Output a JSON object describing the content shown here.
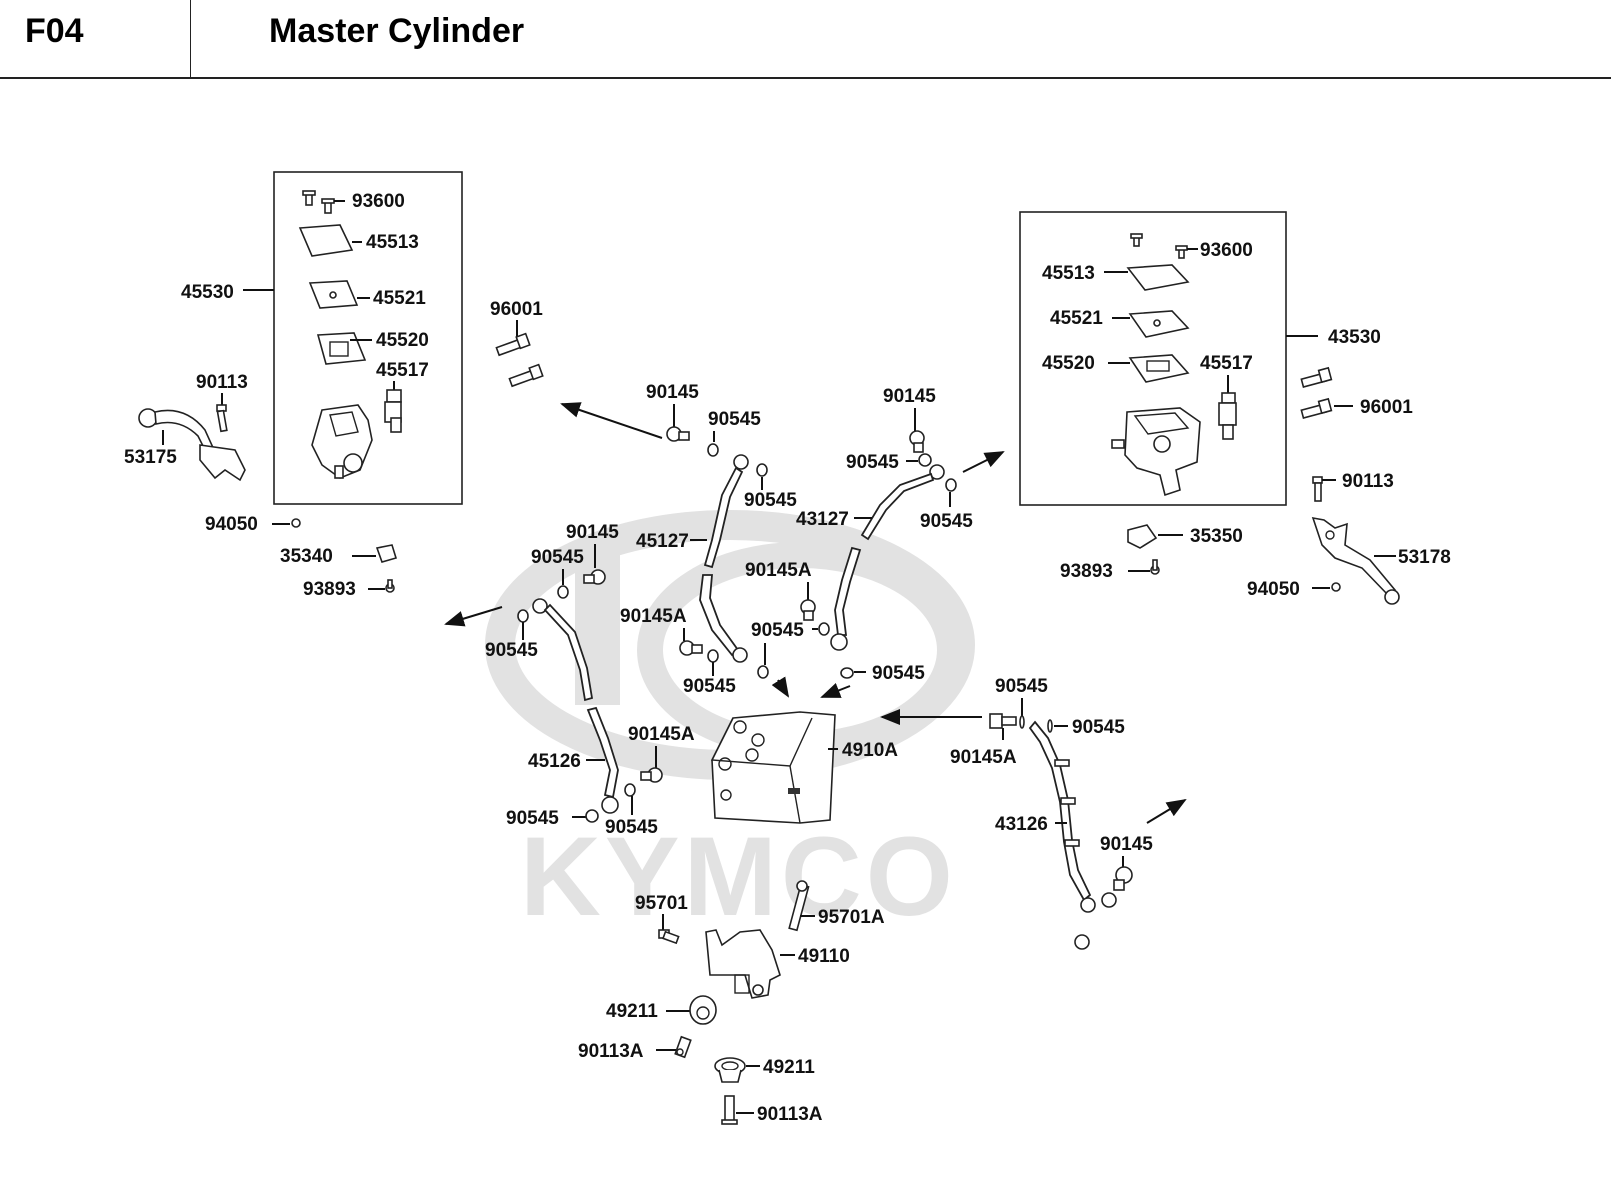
{
  "header": {
    "section_code": "F04",
    "title": "Master Cylinder"
  },
  "watermark": {
    "brand": "KYMCO"
  },
  "parts": {
    "left_group": {
      "assembly": "45530",
      "screw": "93600",
      "cap": "45513",
      "plate": "45521",
      "diaphragm": "45520",
      "fitting": "45517",
      "pivot_bolt": "90113",
      "lever": "53175",
      "nut": "94050",
      "switch": "35340",
      "switch_screw": "93893"
    },
    "right_group": {
      "assembly": "43530",
      "screw": "93600",
      "cap": "45513",
      "plate": "45521",
      "diaphragm": "45520",
      "fitting": "45517",
      "bolt": "96001",
      "pivot_bolt": "90113",
      "lever": "53178",
      "nut": "94050",
      "switch": "35350",
      "switch_screw": "93893"
    },
    "center": {
      "bolt_left": "96001",
      "banjo_top": "90145",
      "washer_top": "90545",
      "washer_top2": "90545",
      "hose_upper": "45127",
      "banjo_mid": "90145",
      "washer_mid": "90545",
      "washer_left": "90545",
      "banjo_a1": "90145A",
      "washer_a1": "90545",
      "banjo_a2": "90145A",
      "washer_a2": "90545",
      "washer_a2b": "90545",
      "hose_right": "43127",
      "banjo_right": "90145",
      "washer_right1": "90545",
      "washer_right2": "90545",
      "washer_right3": "90545",
      "hose_lower": "45126",
      "banjo_a3": "90145A",
      "washer_low1": "90545",
      "washer_low2": "90545",
      "abs_unit": "4910A",
      "banjo_a4": "90145A",
      "washer_r4": "90545",
      "washer_r5": "90545",
      "hose_rear": "43126",
      "banjo_rear": "90145",
      "bolt_95701": "95701",
      "bolt_95701a": "95701A",
      "bracket": "49110",
      "grommet1": "49211",
      "collar1": "90113A",
      "grommet2": "49211",
      "collar2": "90113A"
    }
  }
}
